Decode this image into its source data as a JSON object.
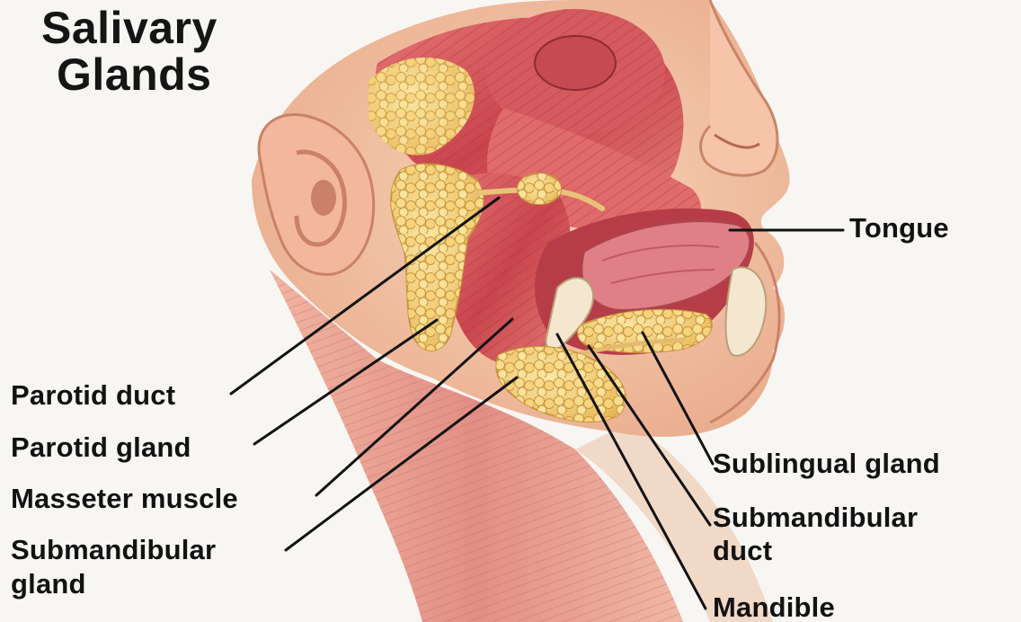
{
  "title": {
    "line1": "Salivary",
    "line2": "Glands"
  },
  "labels": {
    "parotid_duct": "Parotid duct",
    "parotid_gland": "Parotid gland",
    "masseter_muscle": "Masseter muscle",
    "submandibular_gland_line1": "Submandibular",
    "submandibular_gland_line2": "gland",
    "tongue": "Tongue",
    "sublingual_gland": "Sublingual gland",
    "submandibular_duct_line1": "Submandibular",
    "submandibular_duct_line2": "duct",
    "mandible": "Mandible"
  },
  "colors": {
    "background": "#f8f6f3",
    "skin": "#f4c6a8",
    "muscle": "#d4535a",
    "gland": "#f1cf76",
    "tongue": "#d66e78",
    "bone": "#f4e6cf",
    "leader_line": "#121212"
  }
}
